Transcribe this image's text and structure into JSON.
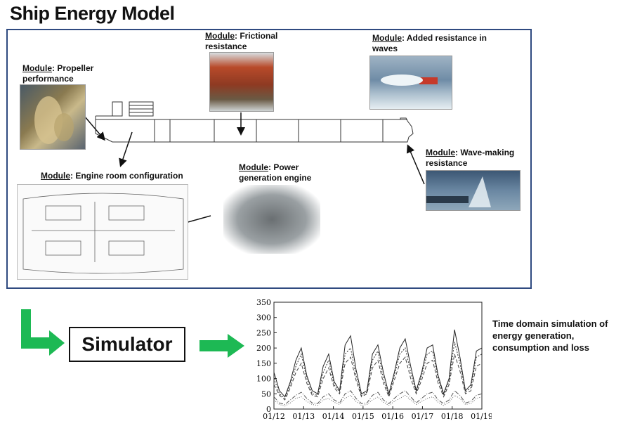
{
  "title": "Ship Energy Model",
  "modules": {
    "propeller": {
      "prefix": "Module",
      "text": ": Propeller performance"
    },
    "frictional": {
      "prefix": "Module",
      "text": ": Frictional resistance"
    },
    "waves": {
      "prefix": "Module",
      "text": ": Added resistance in waves"
    },
    "wave_making": {
      "prefix": "Module",
      "text": ": Wave-making resistance"
    },
    "engine_room": {
      "prefix": "Module",
      "text": ": Engine room configuration"
    },
    "power": {
      "prefix": "Module",
      "text": ": Power generation engine"
    }
  },
  "simulator": {
    "label": "Simulator"
  },
  "description": "Time domain simulation of energy generation, consumption and loss",
  "colors": {
    "frame": "#2f4a80",
    "arrow_green": "#1db954"
  },
  "chart_data": {
    "type": "line",
    "title": "",
    "xlabel": "",
    "ylabel": "",
    "x_ticks": [
      "01/12",
      "01/13",
      "01/14",
      "01/15",
      "01/16",
      "01/17",
      "01/18",
      "01/19"
    ],
    "y_ticks": [
      "350",
      "300",
      "250",
      "200",
      "150",
      "100",
      "50",
      "0"
    ],
    "xlim": [
      0,
      7
    ],
    "ylim": [
      0,
      350
    ],
    "grid": false,
    "series": [
      {
        "style": "solid",
        "values": [
          120,
          60,
          40,
          90,
          160,
          200,
          110,
          60,
          50,
          140,
          180,
          90,
          60,
          210,
          240,
          130,
          50,
          60,
          180,
          210,
          120,
          50,
          120,
          200,
          230,
          140,
          60,
          120,
          200,
          210,
          110,
          50,
          100,
          260,
          170,
          60,
          80,
          190,
          200
        ]
      },
      {
        "style": "dotted",
        "values": [
          100,
          50,
          35,
          80,
          140,
          180,
          100,
          50,
          45,
          120,
          160,
          80,
          55,
          180,
          200,
          110,
          45,
          55,
          160,
          190,
          100,
          45,
          110,
          180,
          200,
          120,
          55,
          110,
          180,
          190,
          100,
          45,
          90,
          220,
          150,
          55,
          70,
          170,
          180
        ]
      },
      {
        "style": "dashed",
        "values": [
          80,
          45,
          30,
          70,
          120,
          150,
          85,
          45,
          40,
          100,
          135,
          70,
          50,
          150,
          170,
          95,
          40,
          50,
          135,
          160,
          85,
          40,
          95,
          150,
          170,
          100,
          50,
          95,
          150,
          160,
          85,
          40,
          80,
          180,
          125,
          50,
          60,
          140,
          150
        ]
      },
      {
        "style": "dash-dot",
        "values": [
          40,
          20,
          15,
          30,
          45,
          55,
          35,
          20,
          18,
          40,
          50,
          30,
          20,
          50,
          60,
          35,
          18,
          20,
          45,
          55,
          30,
          18,
          35,
          50,
          60,
          40,
          20,
          35,
          50,
          55,
          30,
          18,
          30,
          60,
          45,
          20,
          25,
          45,
          50
        ]
      },
      {
        "style": "dotted-light",
        "values": [
          30,
          15,
          10,
          20,
          35,
          40,
          25,
          15,
          12,
          30,
          35,
          22,
          15,
          35,
          45,
          25,
          12,
          15,
          30,
          40,
          22,
          12,
          25,
          35,
          45,
          30,
          15,
          25,
          35,
          40,
          22,
          12,
          22,
          45,
          35,
          15,
          18,
          35,
          40
        ]
      }
    ]
  }
}
